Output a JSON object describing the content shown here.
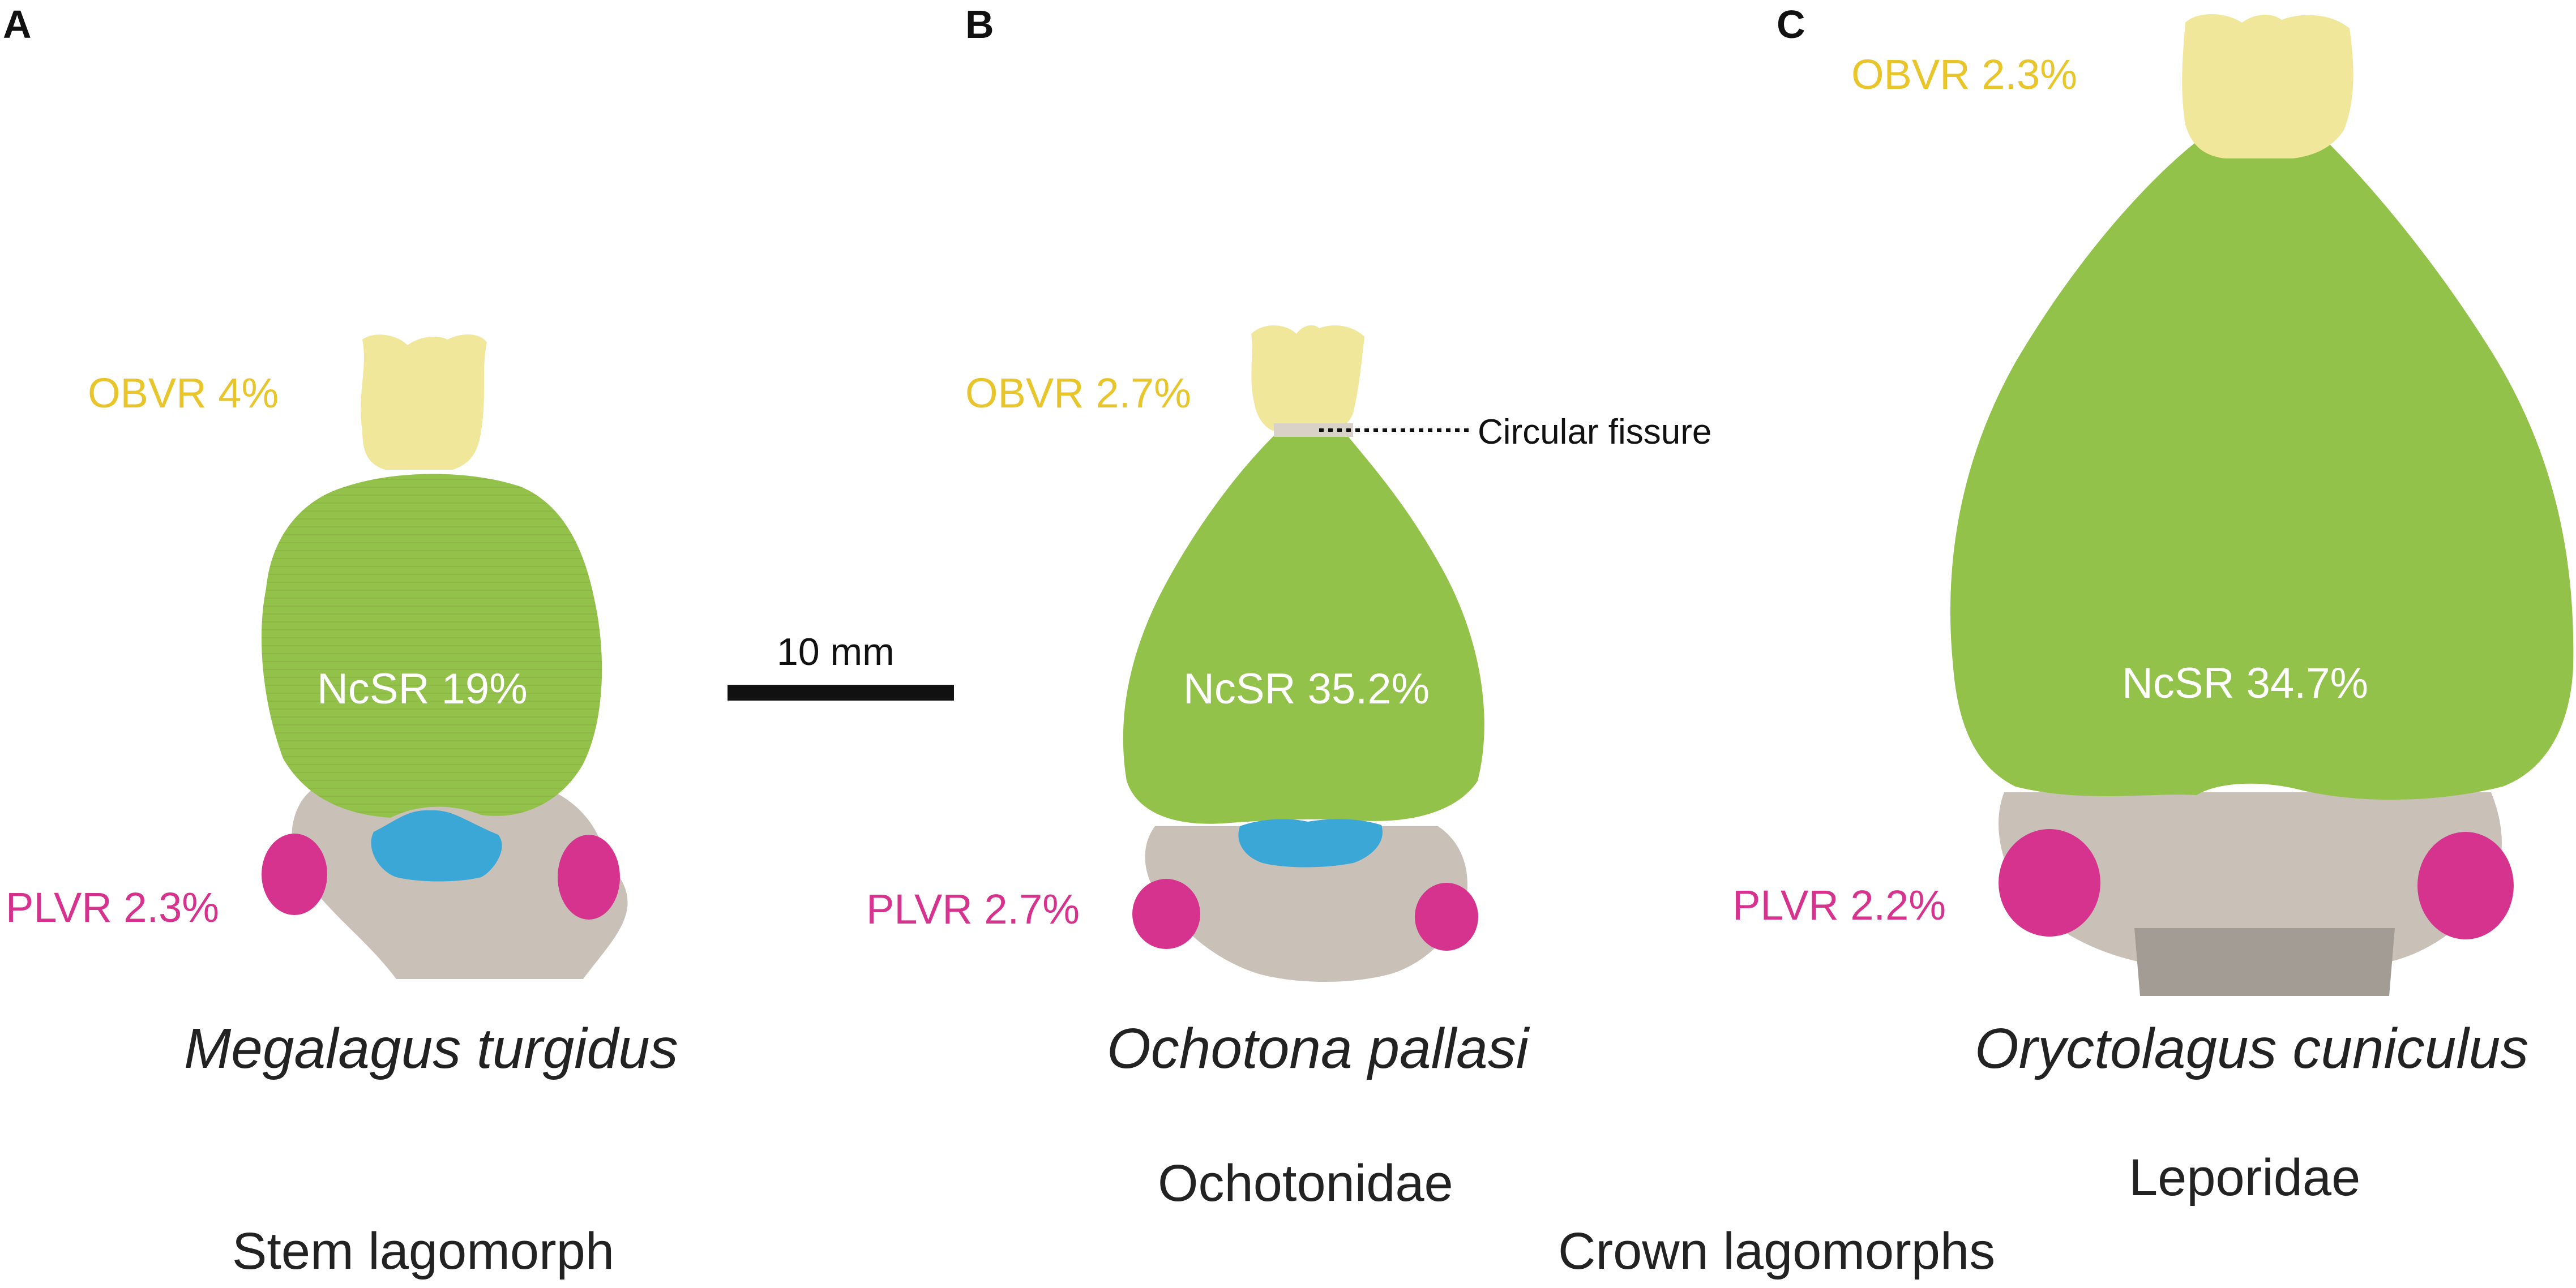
{
  "colors": {
    "olfactory_bulb": "#f0e79a",
    "neocortex": "#93c24b",
    "petrosal_lobule": "#d6338f",
    "vermis": "#3ba7d6",
    "brainstem": "#c9c1b8",
    "label_obvr": "#e7c52b",
    "label_plvr": "#d6338f",
    "label_ncsr": "#ffffff",
    "text": "#222222"
  },
  "panels": [
    {
      "letter": "A",
      "obvr": "OBVR 4%",
      "ncsr": "NcSR 19%",
      "plvr": "PLVR 2.3%",
      "species": "Megalagus turgidus"
    },
    {
      "letter": "B",
      "obvr": "OBVR 2.7%",
      "ncsr": "NcSR 35.2%",
      "plvr": "PLVR 2.7%",
      "species": "Ochotona pallasi",
      "family": "Ochotonidae",
      "annotation": "Circular fissure"
    },
    {
      "letter": "C",
      "obvr": "OBVR 2.3%",
      "ncsr": "NcSR 34.7%",
      "plvr": "PLVR 2.2%",
      "species": "Oryctolagus cuniculus",
      "family": "Leporidae"
    }
  ],
  "scale_bar": {
    "label": "10 mm"
  },
  "groups": {
    "stem": "Stem lagomorph",
    "crown": "Crown lagomorphs"
  }
}
